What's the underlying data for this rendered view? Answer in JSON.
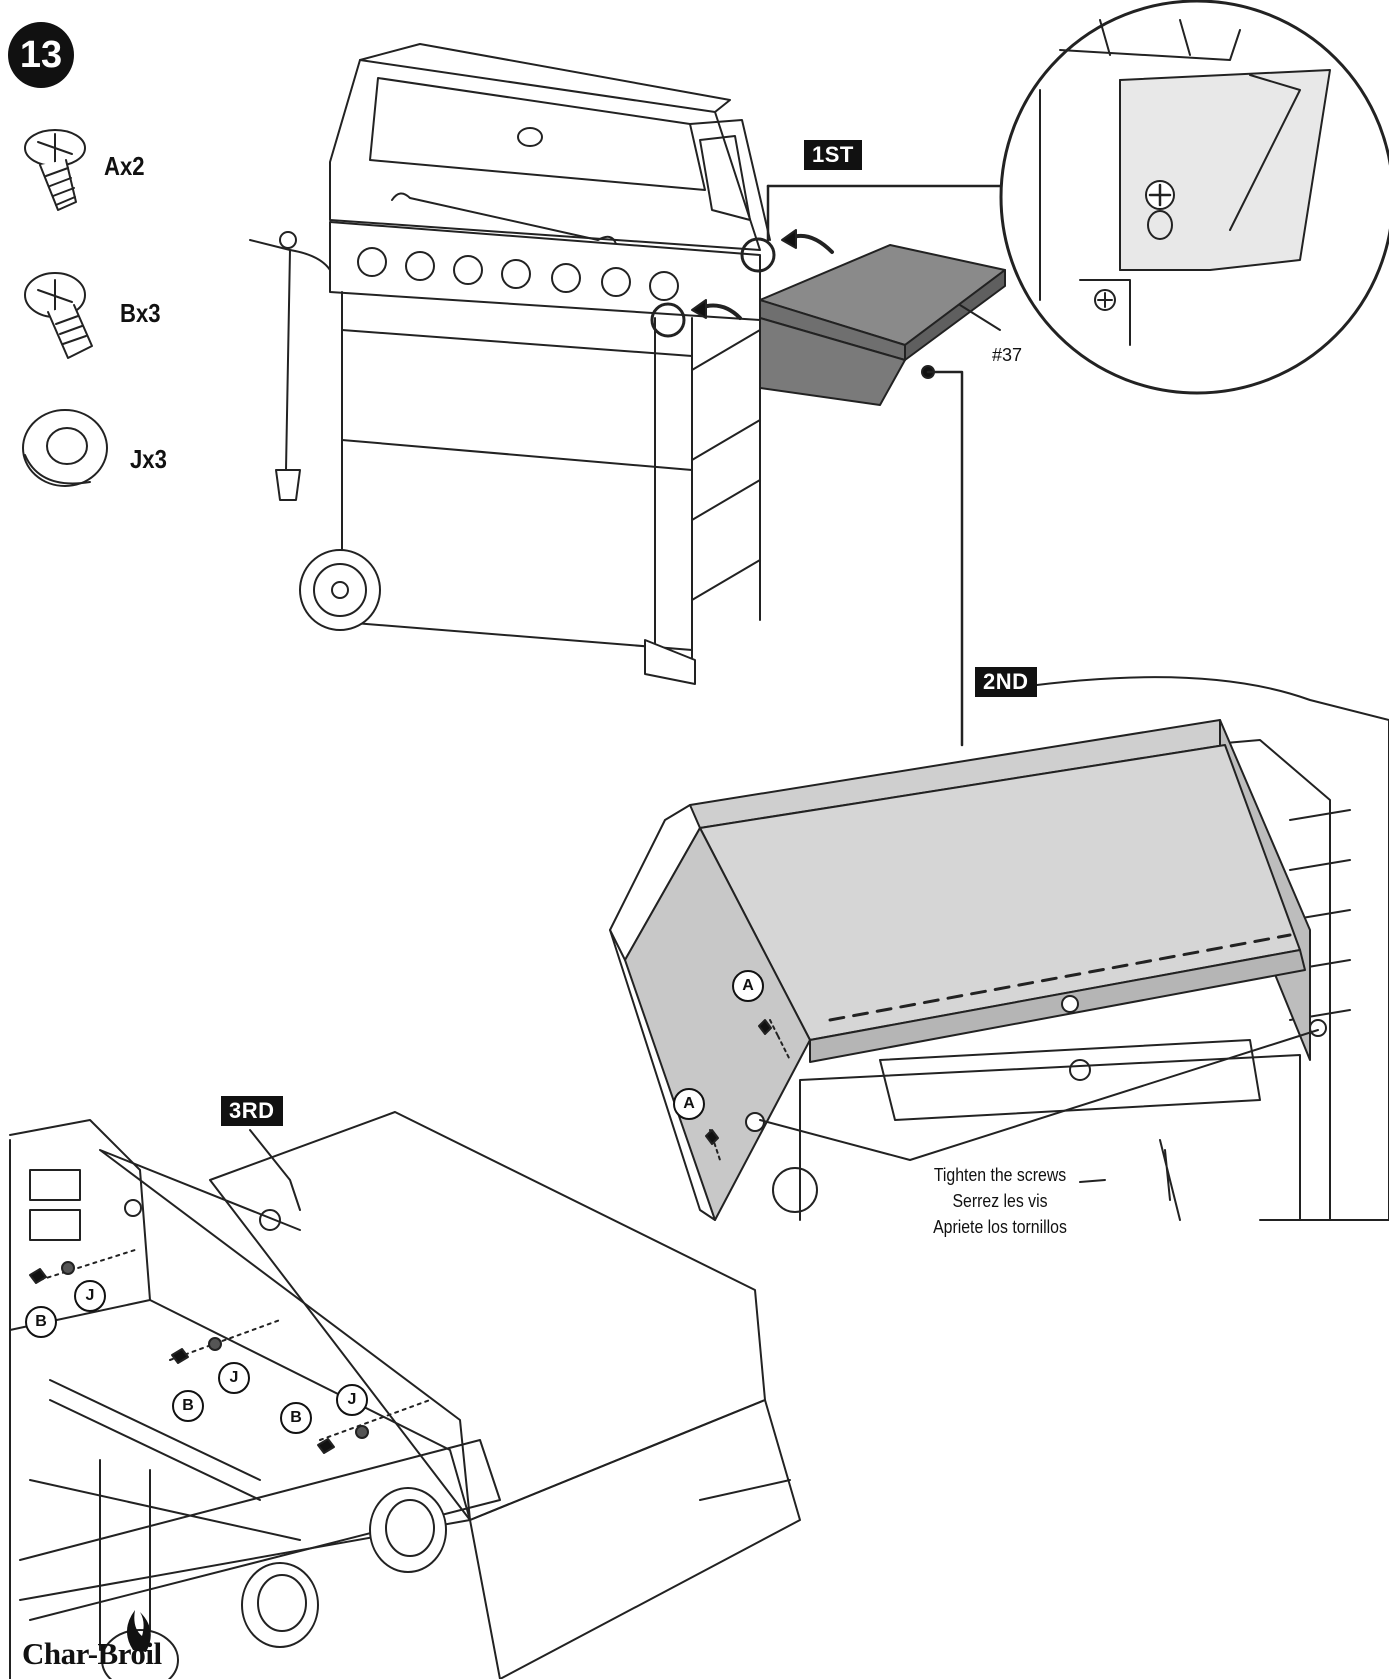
{
  "step": {
    "number": "13"
  },
  "parts": [
    {
      "id": "A",
      "label": "Ax2",
      "icon": "pan-head-screw-icon"
    },
    {
      "id": "B",
      "label": "Bx3",
      "icon": "truss-head-screw-icon"
    },
    {
      "id": "J",
      "label": "Jx3",
      "icon": "washer-icon"
    }
  ],
  "sequence": {
    "first": "1ST",
    "second": "2ND",
    "third": "3RD"
  },
  "part_number": "#37",
  "callouts": {
    "a1": "A",
    "a2": "A",
    "b1": "B",
    "b2": "B",
    "b3": "B",
    "j1": "J",
    "j2": "J",
    "j3": "J"
  },
  "note": {
    "en": "Tighten the screws",
    "fr": "Serrez les vis",
    "es": "Apriete los tornillos"
  },
  "brand": {
    "name": "Char-Broil"
  },
  "colors": {
    "ink": "#111111",
    "shelf_fill": "#8a8a8a",
    "panel_fill": "#d6d6d6"
  }
}
